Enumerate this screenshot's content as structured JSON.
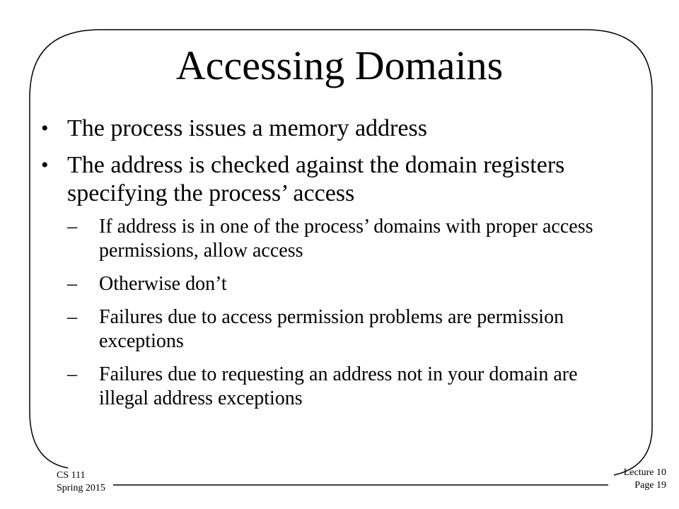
{
  "slide": {
    "title": "Accessing Domains",
    "bullets": [
      {
        "text": "The process issues a memory address",
        "sub": []
      },
      {
        "text": "The address is checked against the domain registers specifying the process’ access",
        "sub": [
          "If address is in one of the process’ domains with proper access permissions, allow access",
          "Otherwise don’t",
          "Failures due to access permission problems are permission exceptions",
          "Failures due to requesting an address not in your domain are illegal address exceptions"
        ]
      }
    ],
    "bullet_glyph": "•",
    "sub_glyph": "–"
  },
  "footer": {
    "course": "CS 111",
    "term": "Spring 2015",
    "lecture": "Lecture 10",
    "page": "Page 19"
  }
}
